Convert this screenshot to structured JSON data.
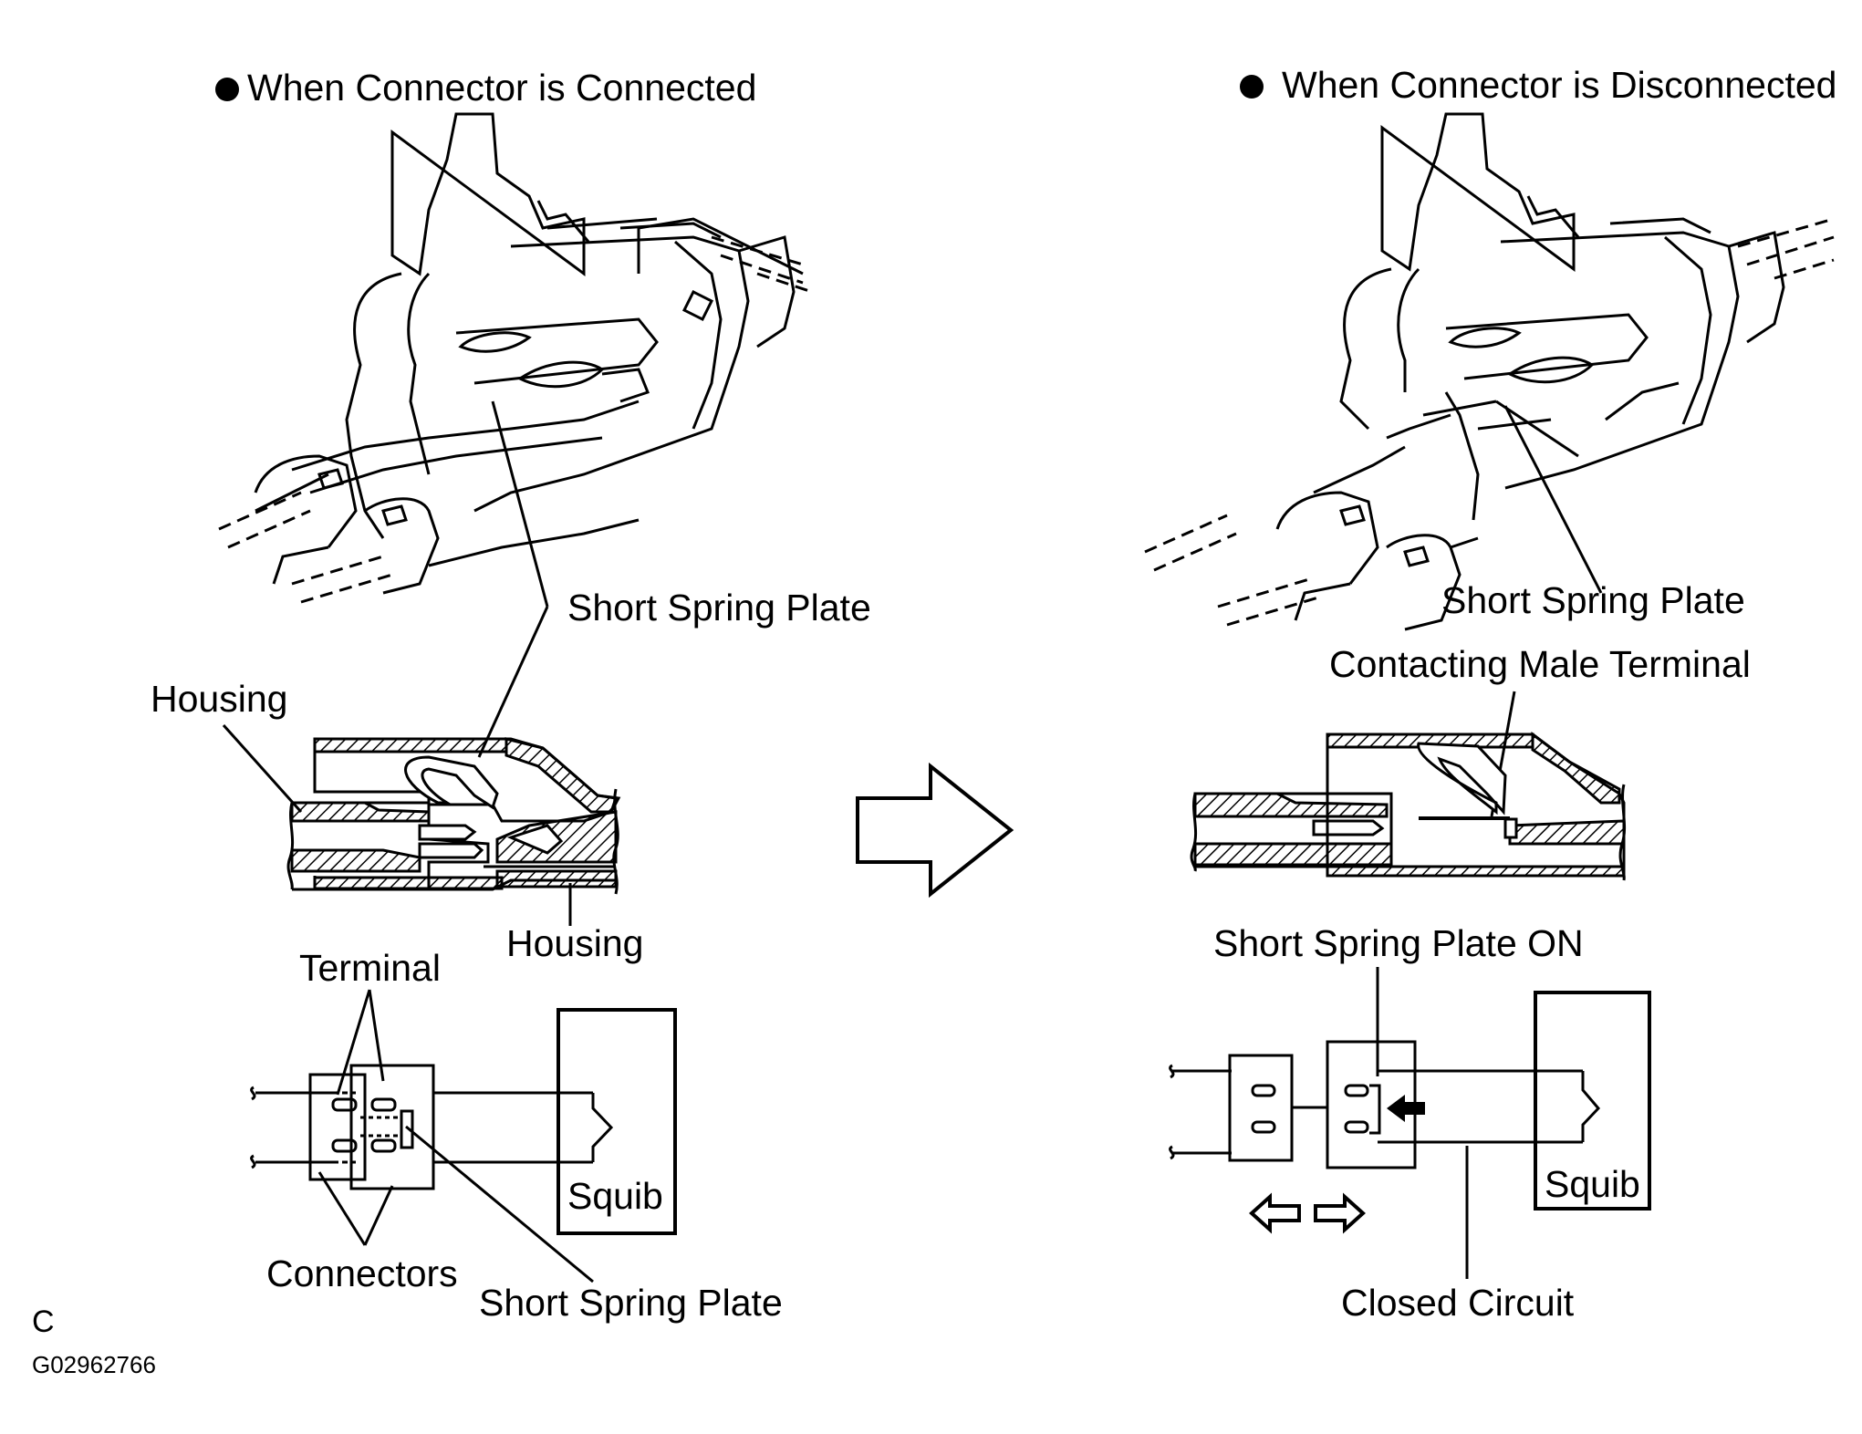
{
  "left": {
    "heading": "When Connector is Connected",
    "callout_spring": "Short Spring Plate",
    "housing_top": "Housing",
    "housing_bottom": "Housing",
    "terminal": "Terminal",
    "connectors": "Connectors",
    "squib": "Squib",
    "spring_bottom": "Short Spring Plate"
  },
  "right": {
    "heading": "When Connector is Disconnected",
    "callout_spring": "Short Spring Plate",
    "contacting": "Contacting Male Terminal",
    "spring_on": "Short Spring Plate ON",
    "squib": "Squib",
    "closed_circuit": "Closed Circuit"
  },
  "footer": {
    "letter": "C",
    "figure_id": "G02962766"
  }
}
